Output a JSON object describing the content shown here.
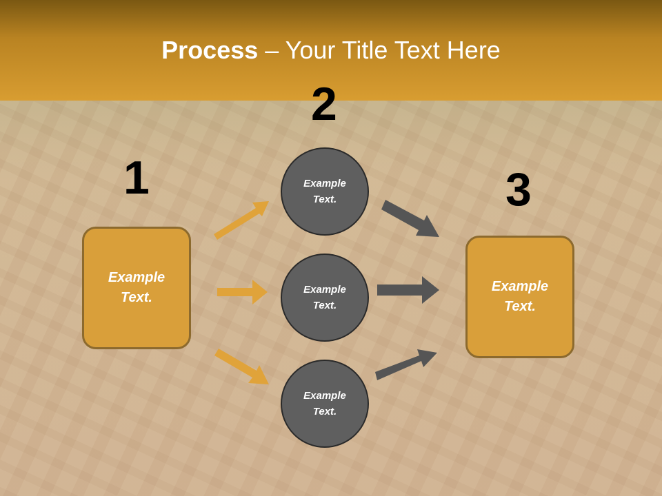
{
  "slide": {
    "title_bold": "Process",
    "title_rest": " – Your Title Text Here"
  },
  "steps": {
    "one": "1",
    "two": "2",
    "three": "3"
  },
  "nodes": {
    "left_box": {
      "line1": "Example",
      "line2": "Text."
    },
    "circle_top": {
      "line1": "Example",
      "line2": "Text."
    },
    "circle_middle": {
      "line1": "Example",
      "line2": "Text."
    },
    "circle_bottom": {
      "line1": "Example",
      "line2": "Text."
    },
    "right_box": {
      "line1": "Example",
      "line2": "Text."
    }
  },
  "colors": {
    "accent_gold": "#d99f3a",
    "gold_arrow": "#e0a33a",
    "circle_gray": "#5f5f5f",
    "gray_arrow": "#555555",
    "title_bar": "#c48b27"
  }
}
